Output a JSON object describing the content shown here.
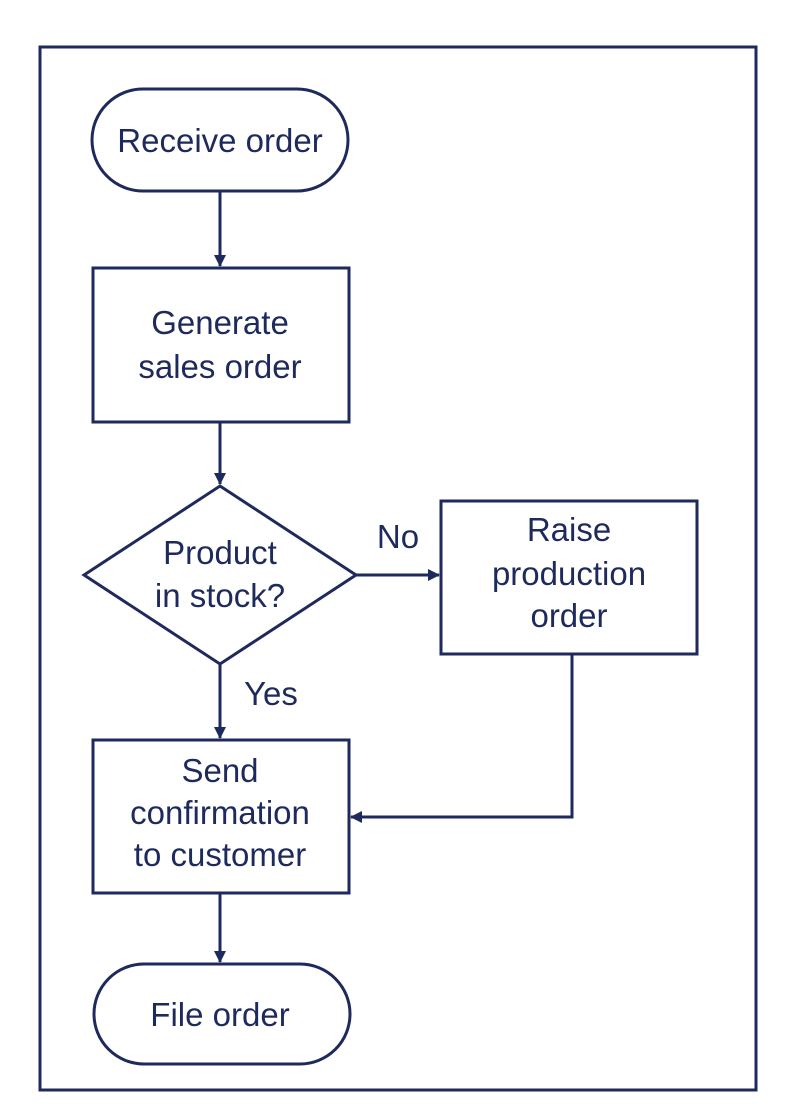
{
  "colors": {
    "ink": "#1f2a5c",
    "background": "#ffffff"
  },
  "nodes": {
    "receive_order": {
      "shape": "terminator",
      "lines": [
        "Receive order"
      ]
    },
    "generate_sales_order": {
      "shape": "process",
      "lines": [
        "Generate",
        "sales order"
      ]
    },
    "product_in_stock": {
      "shape": "decision",
      "lines": [
        "Product",
        "in stock?"
      ]
    },
    "raise_production_order": {
      "shape": "process",
      "lines": [
        "Raise",
        "production",
        "order"
      ]
    },
    "send_confirmation": {
      "shape": "process",
      "lines": [
        "Send",
        "confirmation",
        "to customer"
      ]
    },
    "file_order": {
      "shape": "terminator",
      "lines": [
        "File order"
      ]
    }
  },
  "edges": {
    "no_label": "No",
    "yes_label": "Yes"
  }
}
